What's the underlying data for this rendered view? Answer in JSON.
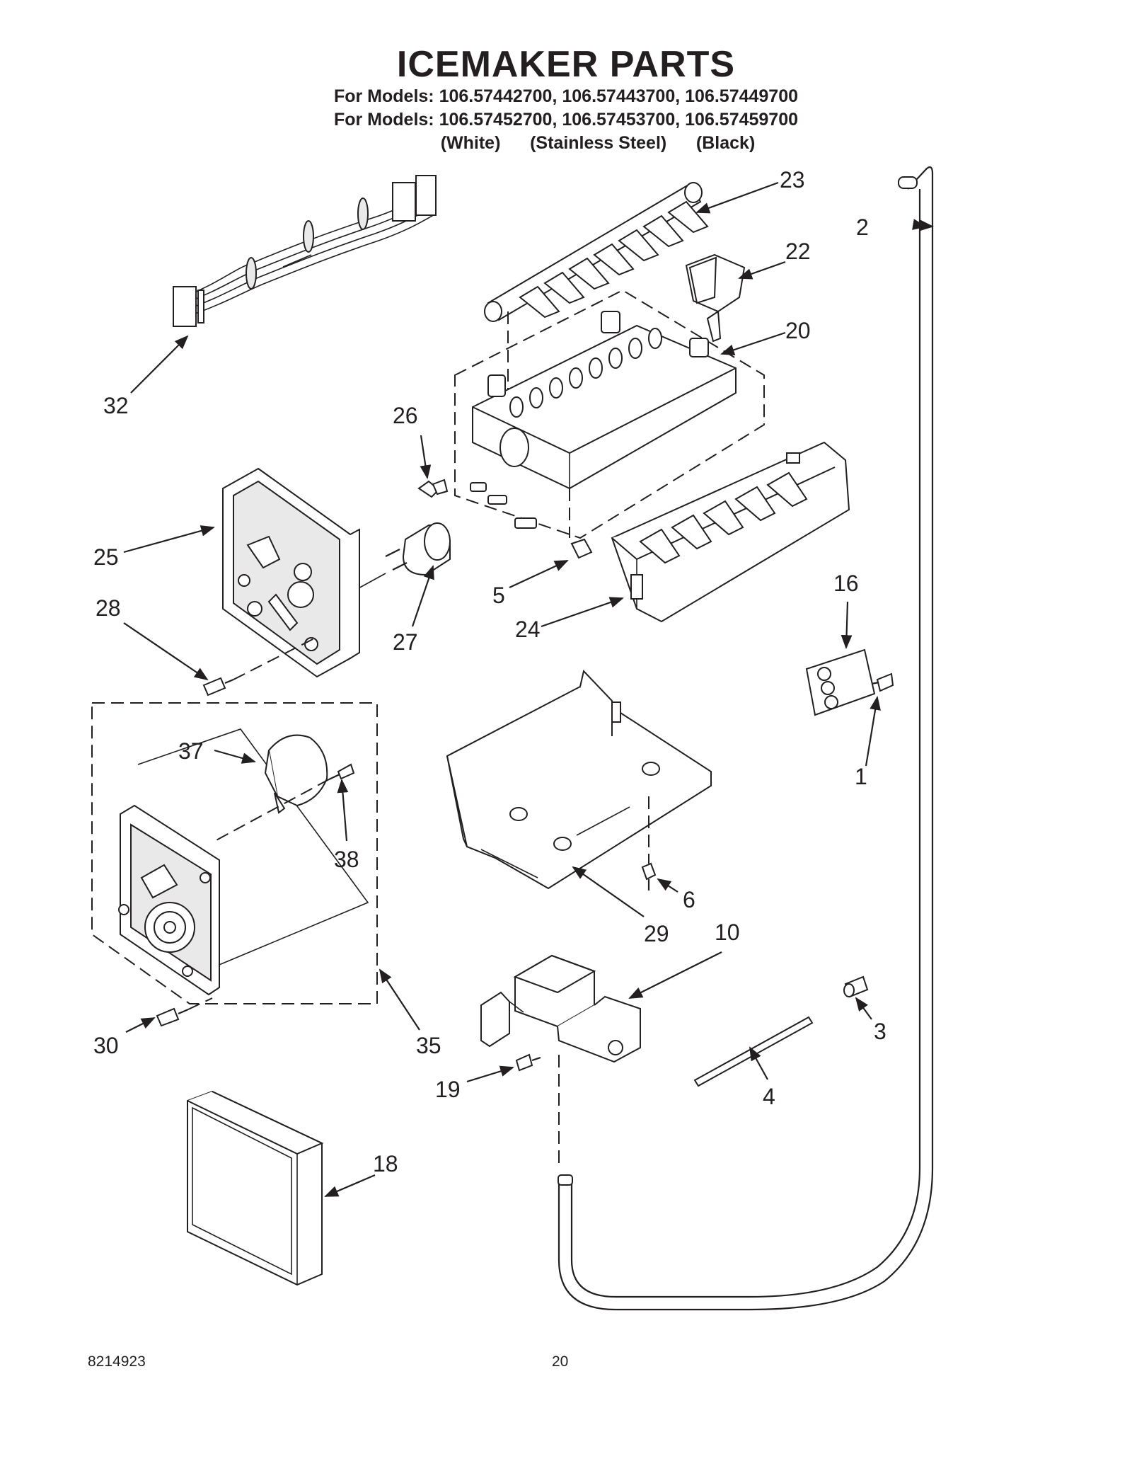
{
  "title": "ICEMAKER PARTS",
  "model_lines": [
    "For Models: 106.57442700, 106.57443700, 106.57449700",
    "For Models: 106.57452700, 106.57453700, 106.57459700"
  ],
  "finishes": [
    "(White)",
    "(Stainless Steel)",
    "(Black)"
  ],
  "callouts": [
    "1",
    "2",
    "3",
    "4",
    "5",
    "6",
    "10",
    "16",
    "18",
    "19",
    "20",
    "22",
    "23",
    "24",
    "25",
    "26",
    "27",
    "28",
    "29",
    "30",
    "32",
    "35",
    "37",
    "38"
  ],
  "footer": {
    "doc_number": "8214923",
    "page_number": "20"
  }
}
